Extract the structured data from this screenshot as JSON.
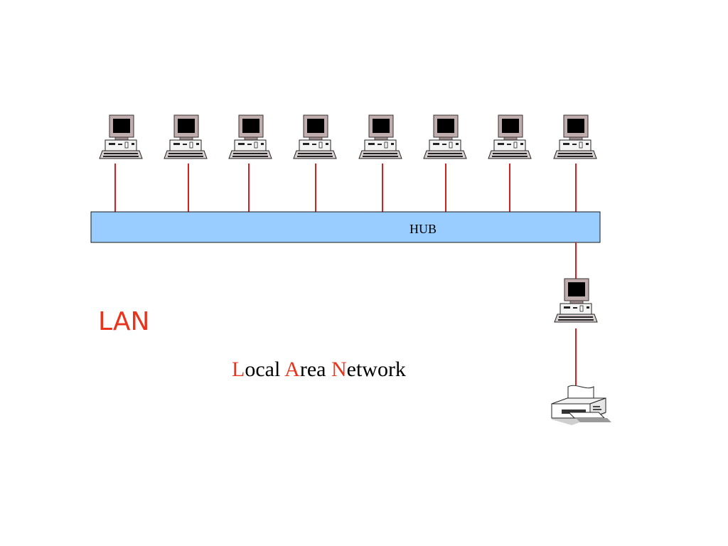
{
  "hub": {
    "label": "HUB"
  },
  "title": "LAN",
  "expansion": [
    {
      "initial": "L",
      "rest": "ocal"
    },
    {
      "initial": "A",
      "rest": "rea"
    },
    {
      "initial": "N",
      "rest": "etwork"
    }
  ],
  "nodes": {
    "workstations_on_hub": 8,
    "server": 1,
    "printer": 1
  },
  "colors": {
    "hub_fill": "#99ccff",
    "link": "#d42020",
    "accent_text": "#e8341c"
  },
  "icons": [
    "desktop-computer-icon",
    "printer-icon"
  ]
}
